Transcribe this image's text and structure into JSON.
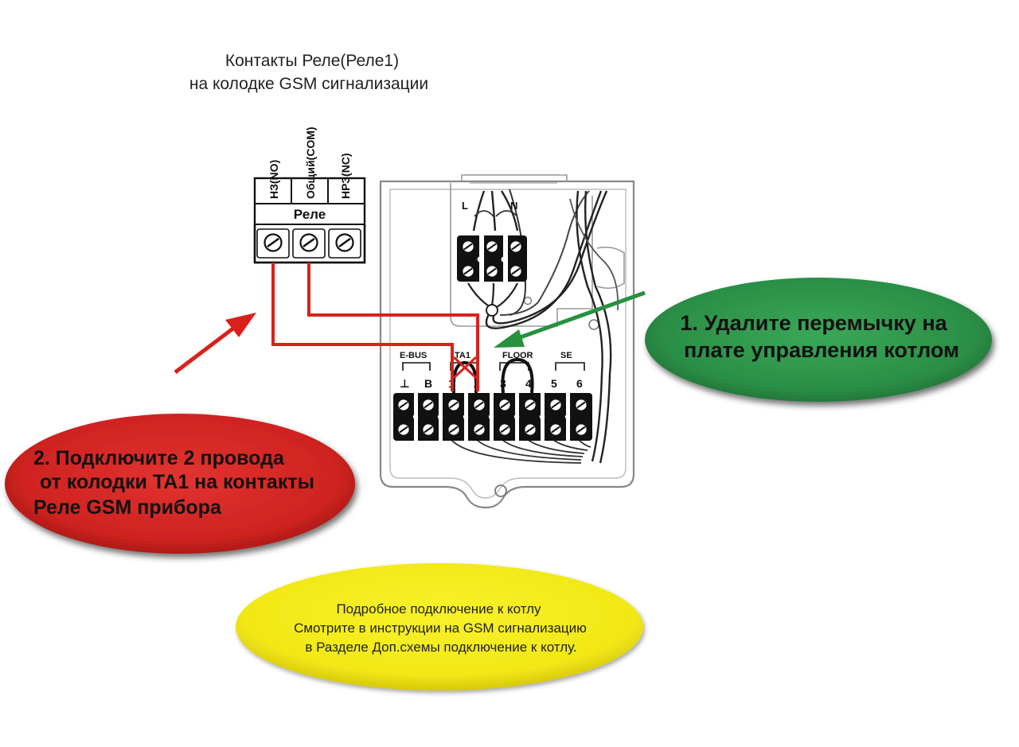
{
  "title": {
    "line1": "Контакты Реле(Реле1)",
    "line2": "на колодке GSM сигнализации"
  },
  "relay": {
    "label": "Реле",
    "contacts": [
      "НЗ(NO)",
      "Общий(COM)",
      "НРЗ(NC)"
    ]
  },
  "board": {
    "top_labels": [
      "L",
      "N"
    ],
    "groups": [
      "E-BUS",
      "TA1",
      "FLOOR",
      "SE"
    ],
    "terminals": [
      "⊥",
      "B",
      "1",
      "2",
      "3",
      "4",
      "5",
      "6"
    ]
  },
  "callouts": {
    "step1": {
      "line1": "1. Удалите перемычку на",
      "line2": "плате управления котлом"
    },
    "step2": {
      "line1": "2. Подключите 2 провода",
      "line2": "от колодки TA1 на контакты",
      "line3": "Реле GSM прибора"
    },
    "note": {
      "line1": "Подробное подключение к котлу",
      "line2": "Смотрите в инструкции на GSM сигнализацию",
      "line3": "в Разделе Доп.схемы подключение к котлу."
    }
  },
  "colors": {
    "wire_red": "#d9211c",
    "arrow_green": "#27913f",
    "step1_fill": "#2f9a4c",
    "step2_fill": "#d62826",
    "note_fill": "#f4ec16",
    "terminal_black": "#111111"
  }
}
